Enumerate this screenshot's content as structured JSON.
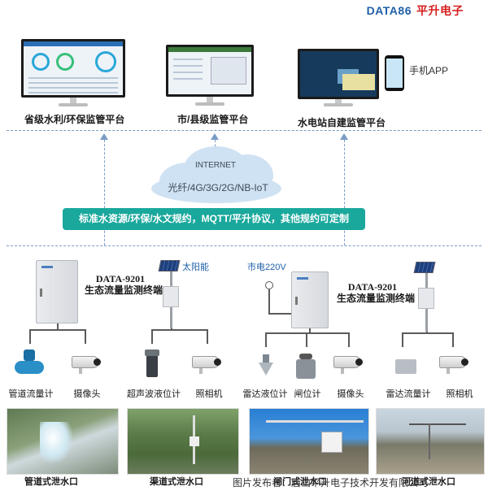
{
  "brand": {
    "name_en": "DATA86",
    "name_cn": "平升电子"
  },
  "platforms": {
    "provincial": "省级水利/环保监管平台",
    "city": "市/县级监管平台",
    "station": "水电站自建监管平台",
    "mobile": "手机APP"
  },
  "network": {
    "internet": "INTERNET",
    "links": "光纤/4G/3G/2G/NB-IoT"
  },
  "protocol_banner": "标准水资源/环保/水文规约，MQTT/平升协议，其他规约可定制",
  "terminals": [
    {
      "model": "DATA-9201",
      "name": "生态流量监测终端"
    },
    {
      "model": "DATA-9201",
      "name": "生态流量监测终端"
    }
  ],
  "power": {
    "solar": "太阳能",
    "mains": "市电220V"
  },
  "devices": [
    {
      "label": "管道流量计",
      "icon": "flowmeter-icon"
    },
    {
      "label": "摄像头",
      "icon": "camera-icon"
    },
    {
      "label": "超声波液位计",
      "icon": "ultrasonic-level-icon"
    },
    {
      "label": "照相机",
      "icon": "camera-icon"
    },
    {
      "label": "雷达液位计",
      "icon": "radar-level-icon"
    },
    {
      "label": "闸位计",
      "icon": "gate-meter-icon"
    },
    {
      "label": "摄像头",
      "icon": "camera-icon"
    },
    {
      "label": "雷达流量计",
      "icon": "radar-flow-icon"
    },
    {
      "label": "照相机",
      "icon": "camera-icon"
    }
  ],
  "photos": [
    {
      "label": "管道式泄水口"
    },
    {
      "label": "渠道式泄水口"
    },
    {
      "label": "闸门式泄水口"
    },
    {
      "label": "河道式泄水口"
    }
  ],
  "credit": "图片发布者：唐山平升电子技术开发有限公司"
}
